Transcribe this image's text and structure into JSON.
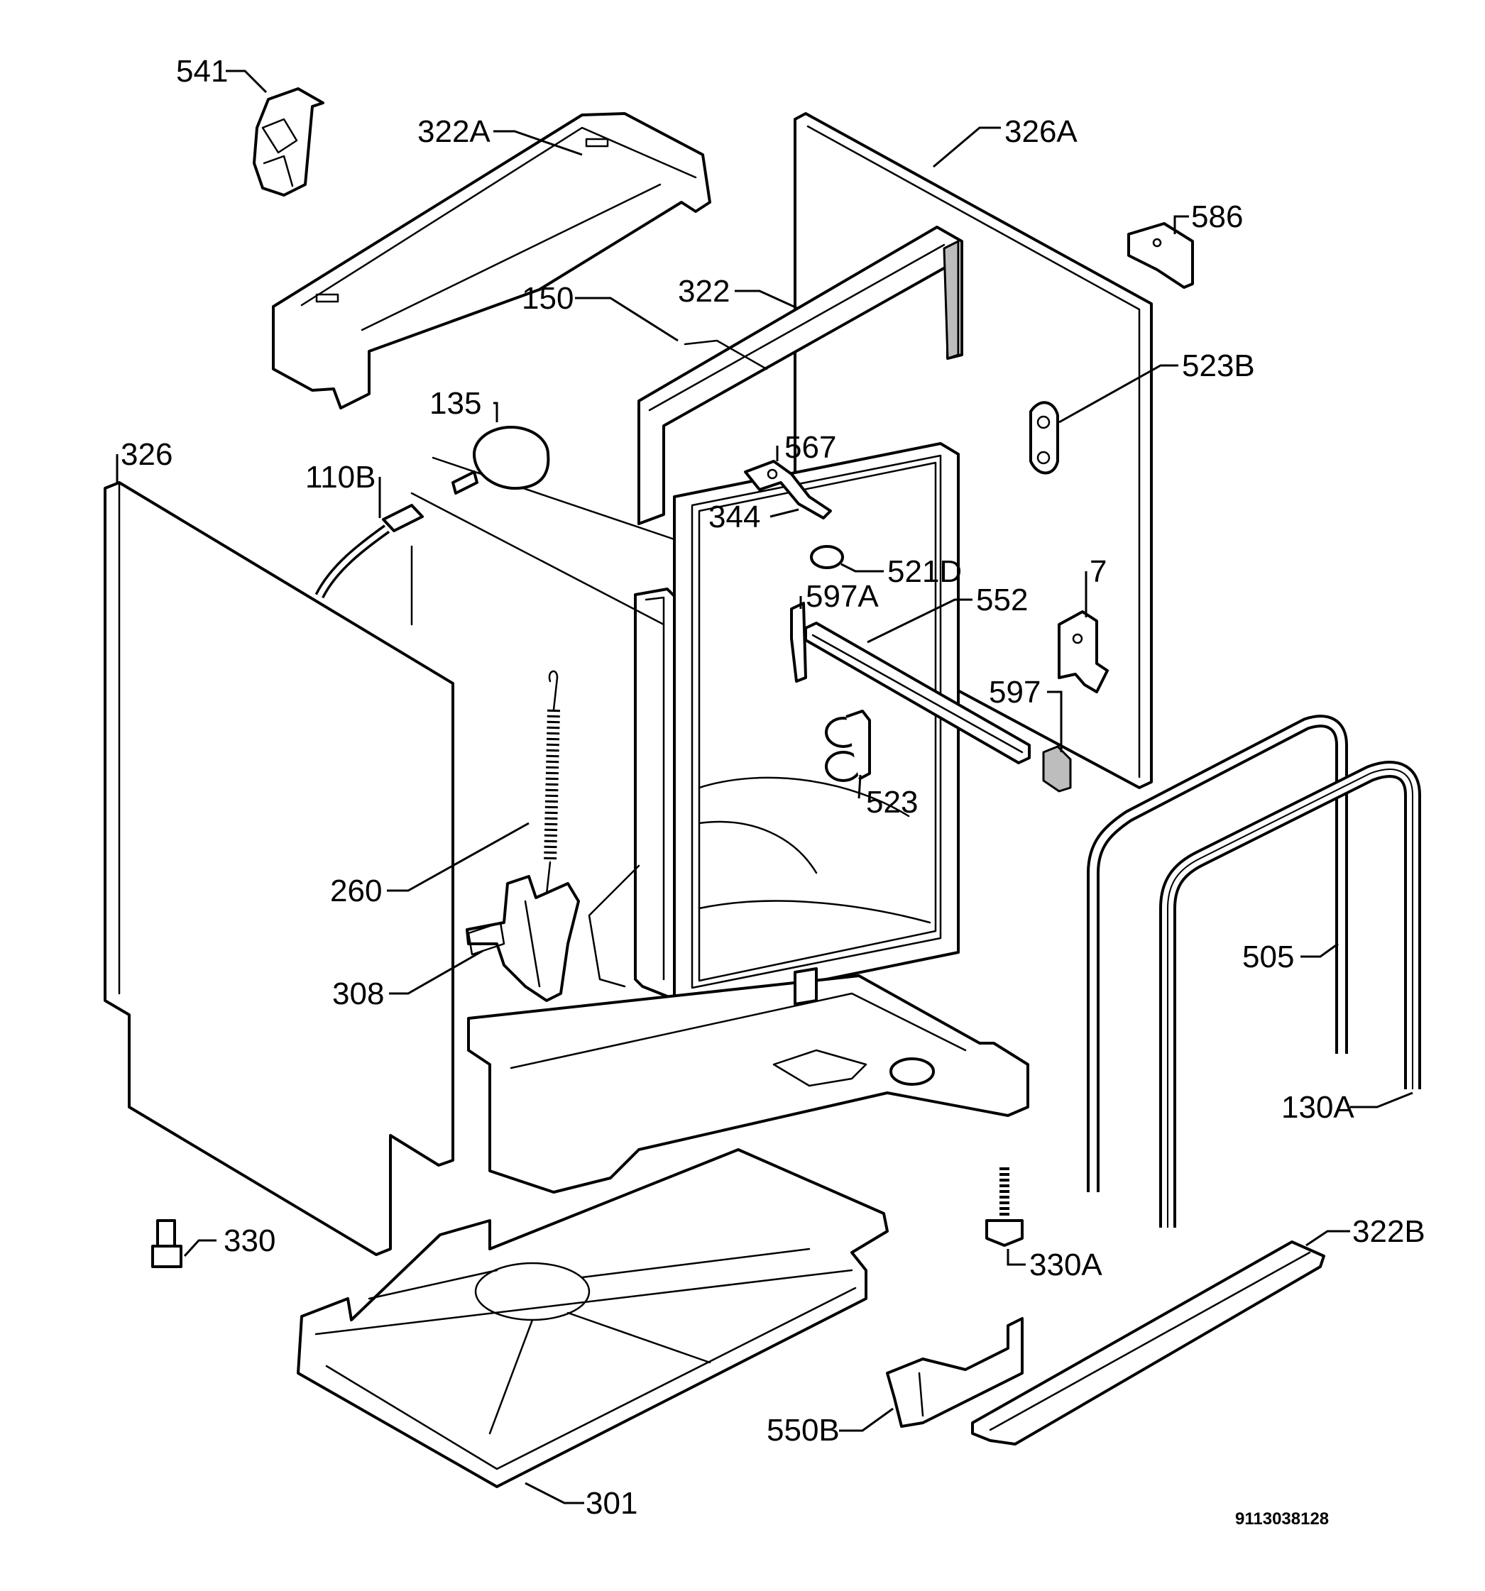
{
  "diagram": {
    "labels": {
      "l541": "541",
      "l322A": "322A",
      "l326A": "326A",
      "l586": "586",
      "l150": "150",
      "l322": "322",
      "l523B": "523B",
      "l135": "135",
      "l567": "567",
      "l326": "326",
      "l110B": "110B",
      "l344": "344",
      "l521D": "521D",
      "l597A": "597A",
      "l552": "552",
      "l7": "7",
      "l597": "597",
      "l523": "523",
      "l260": "260",
      "l308": "308",
      "l505": "505",
      "l130A": "130A",
      "l330": "330",
      "l330A": "330A",
      "l322B": "322B",
      "l550B": "550B",
      "l301": "301"
    },
    "drawing_number": "9113038128"
  }
}
